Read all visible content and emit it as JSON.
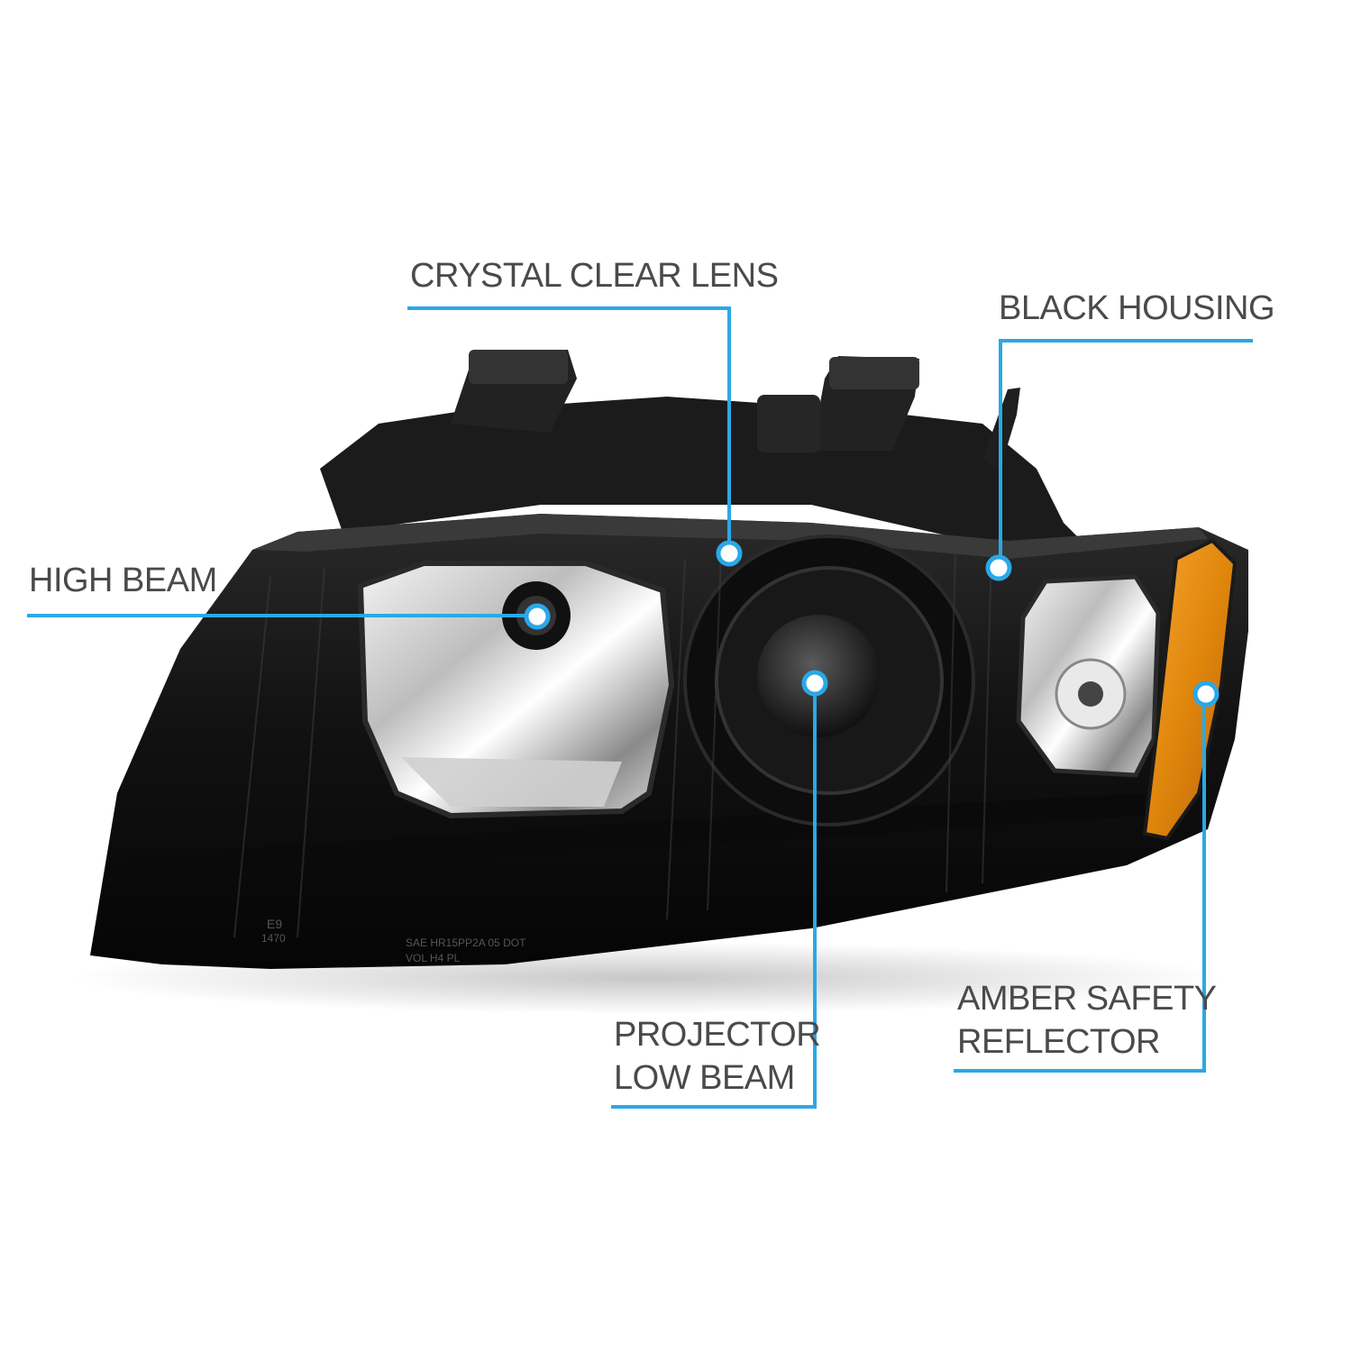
{
  "colors": {
    "callout": "#2aa8e8",
    "label_text": "#4a4a4a",
    "housing": "#141414",
    "amber": "#e0860c"
  },
  "callouts": {
    "crystal_clear_lens": "CRYSTAL CLEAR LENS",
    "black_housing": "BLACK HOUSING",
    "high_beam": "HIGH BEAM",
    "projector_low_beam": [
      "PROJECTOR",
      "LOW BEAM"
    ],
    "amber_safety_reflector": [
      "AMBER SAFETY",
      "REFLECTOR"
    ]
  },
  "lens_markings": {
    "line1": "SAE HR15PP2A 05 DOT",
    "line2": "VOL H4 PL",
    "code": "1470",
    "e_mark": "E9"
  }
}
